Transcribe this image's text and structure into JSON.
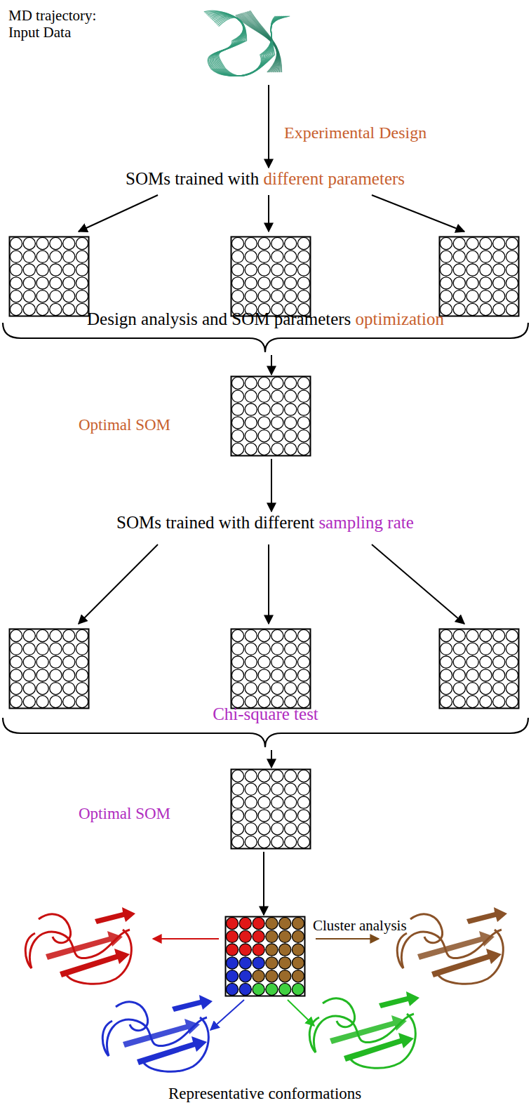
{
  "diagram": {
    "nodes": [
      {
        "text": [
          "MD trajectory: Input Data"
        ]
      },
      {
        "text": [
          "SOMs trained with",
          "different parameters"
        ]
      },
      {
        "text": [
          "Design analysis and SOM parameters",
          "optimization"
        ]
      },
      {
        "text": [
          "Optimal SOM"
        ]
      },
      {
        "text": [
          "SOMs trained with different",
          "sampling rate"
        ]
      },
      {
        "text": [
          "Chi-square test"
        ]
      },
      {
        "text": [
          "Optimal SOM"
        ]
      },
      {
        "text": [
          "Cluster analysis"
        ]
      },
      {
        "text": [
          "Representative conformations"
        ]
      }
    ],
    "edges": [
      {
        "from": 0,
        "to": 1,
        "arrow": "to",
        "label": "Experimental Design"
      },
      {
        "from": 2,
        "to": 3,
        "arrow": "to"
      },
      {
        "from": 3,
        "to": 4,
        "arrow": "to"
      },
      {
        "from": 5,
        "to": 6,
        "arrow": "to"
      },
      {
        "from": 6,
        "to": 7,
        "arrow": "to"
      }
    ]
  }
}
